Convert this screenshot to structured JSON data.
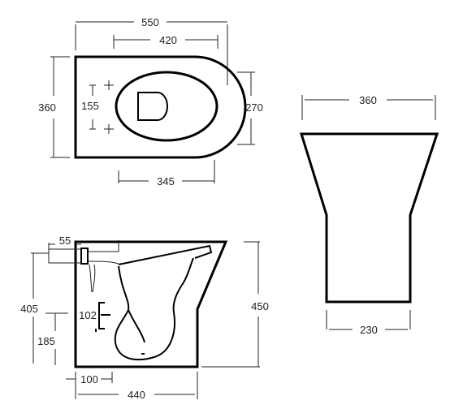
{
  "top_view": {
    "overall_length": "550",
    "inner_length": "420",
    "overall_width": "360",
    "bowl_width": "270",
    "fixing_spacing": "155",
    "rear_to_bowl": "345"
  },
  "front_view": {
    "top_width": "360",
    "base_width": "230"
  },
  "side_view": {
    "inlet_offset": "55",
    "outlet_height": "405",
    "overall_height": "450",
    "waste_center": "102",
    "waste_height": "185",
    "waste_offset": "100",
    "base_depth": "440"
  }
}
